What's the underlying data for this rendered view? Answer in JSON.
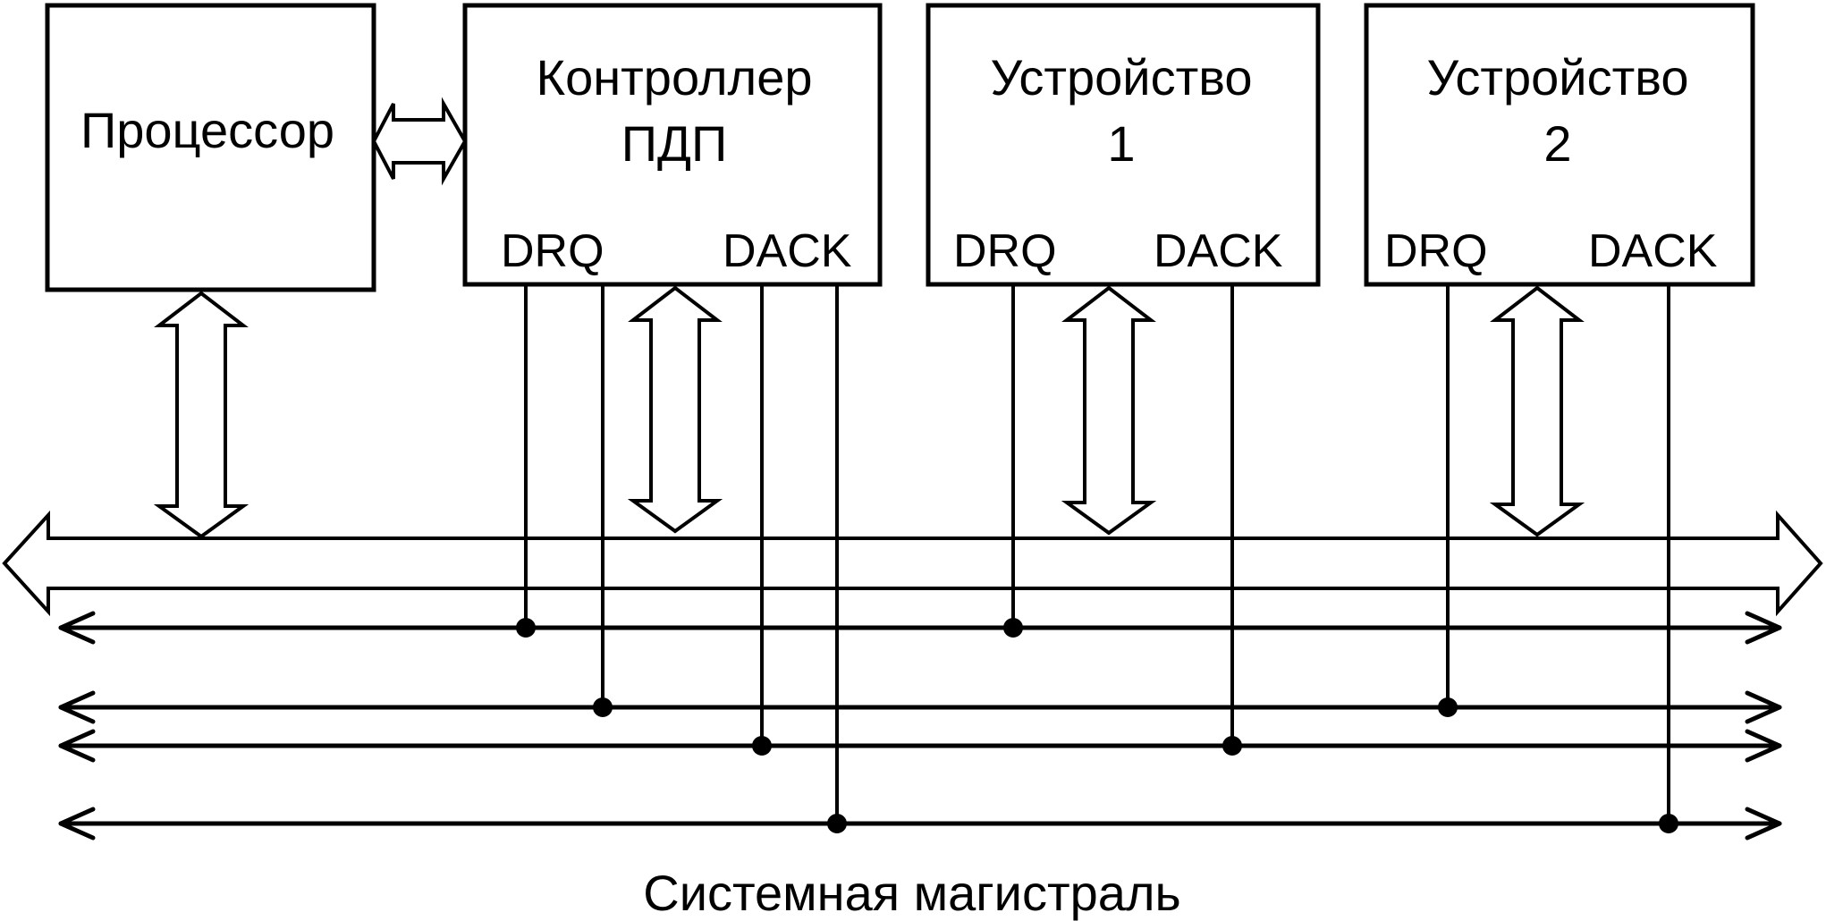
{
  "blocks": {
    "cpu": {
      "label": "Процессор"
    },
    "dma": {
      "line1": "Контроллер",
      "line2": "ПДП",
      "drq": "DRQ",
      "dack": "DACK"
    },
    "dev1": {
      "line1": "Устройство",
      "line2": "1",
      "drq": "DRQ",
      "dack": "DACK"
    },
    "dev2": {
      "line1": "Устройство",
      "line2": "2",
      "drq": "DRQ",
      "dack": "DACK"
    }
  },
  "bus": {
    "caption": "Системная магистраль"
  },
  "colors": {
    "stroke": "#000000",
    "background": "#ffffff"
  }
}
